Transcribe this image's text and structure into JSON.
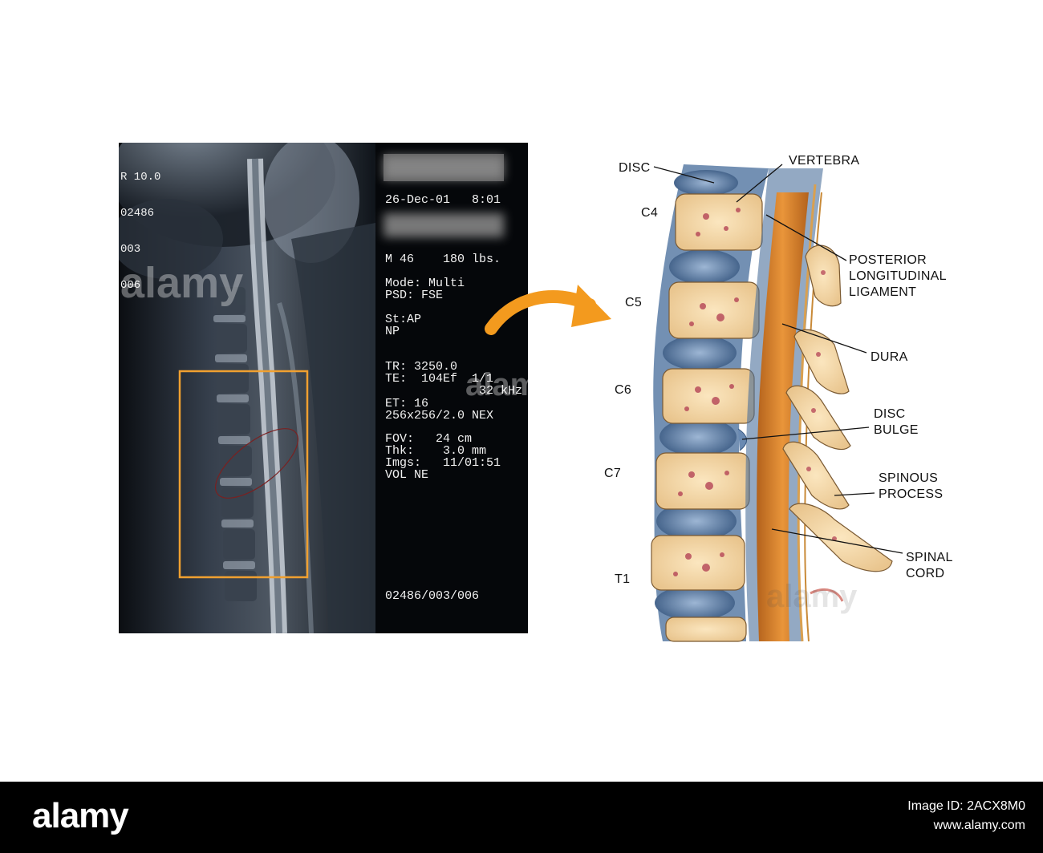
{
  "mri": {
    "corner_lines": [
      "R 10.0",
      "02486",
      "003",
      "006"
    ],
    "overlay_lines": [
      "26-Dec-01   8:01",
      "M 46    180 lbs.",
      "Mode: Multi",
      "PSD: FSE",
      "St:AP",
      "NP",
      "TR: 3250.0",
      "TE:  104Ef  1/1",
      "             32 kHz",
      "ET: 16",
      "256x256/2.0 NEX",
      "FOV:   24 cm",
      "Thk:    3.0 mm",
      "Imgs:   11/01:51",
      "VOL NE",
      "02486/003/006"
    ]
  },
  "diagram": {
    "labels": {
      "disc": "DISC",
      "vertebra": "VERTEBRA",
      "c4": "C4",
      "c5": "C5",
      "c6": "C6",
      "c7": "C7",
      "t1": "T1",
      "posterior_longitudinal_ligament": "POSTERIOR\nLONGITUDINAL\nLIGAMENT",
      "dura": "DURA",
      "disc_bulge": "DISC\nBULGE",
      "spinous_process": "SPINOUS\nPROCESS",
      "spinal_cord": "SPINAL\nCORD"
    }
  },
  "colors": {
    "highlight_box": "#f0a030",
    "arrow": "#f39a1e",
    "bone": "#f4d9a8",
    "marrow": "#b03a50",
    "disc": "#4b6f9b",
    "cord": "#d9822e",
    "footer_bg": "#000000"
  },
  "watermark": {
    "brand": "alamy"
  },
  "footer": {
    "logo": "alamy",
    "image_id": "Image ID: 2ACX8M0",
    "url": "www.alamy.com"
  }
}
